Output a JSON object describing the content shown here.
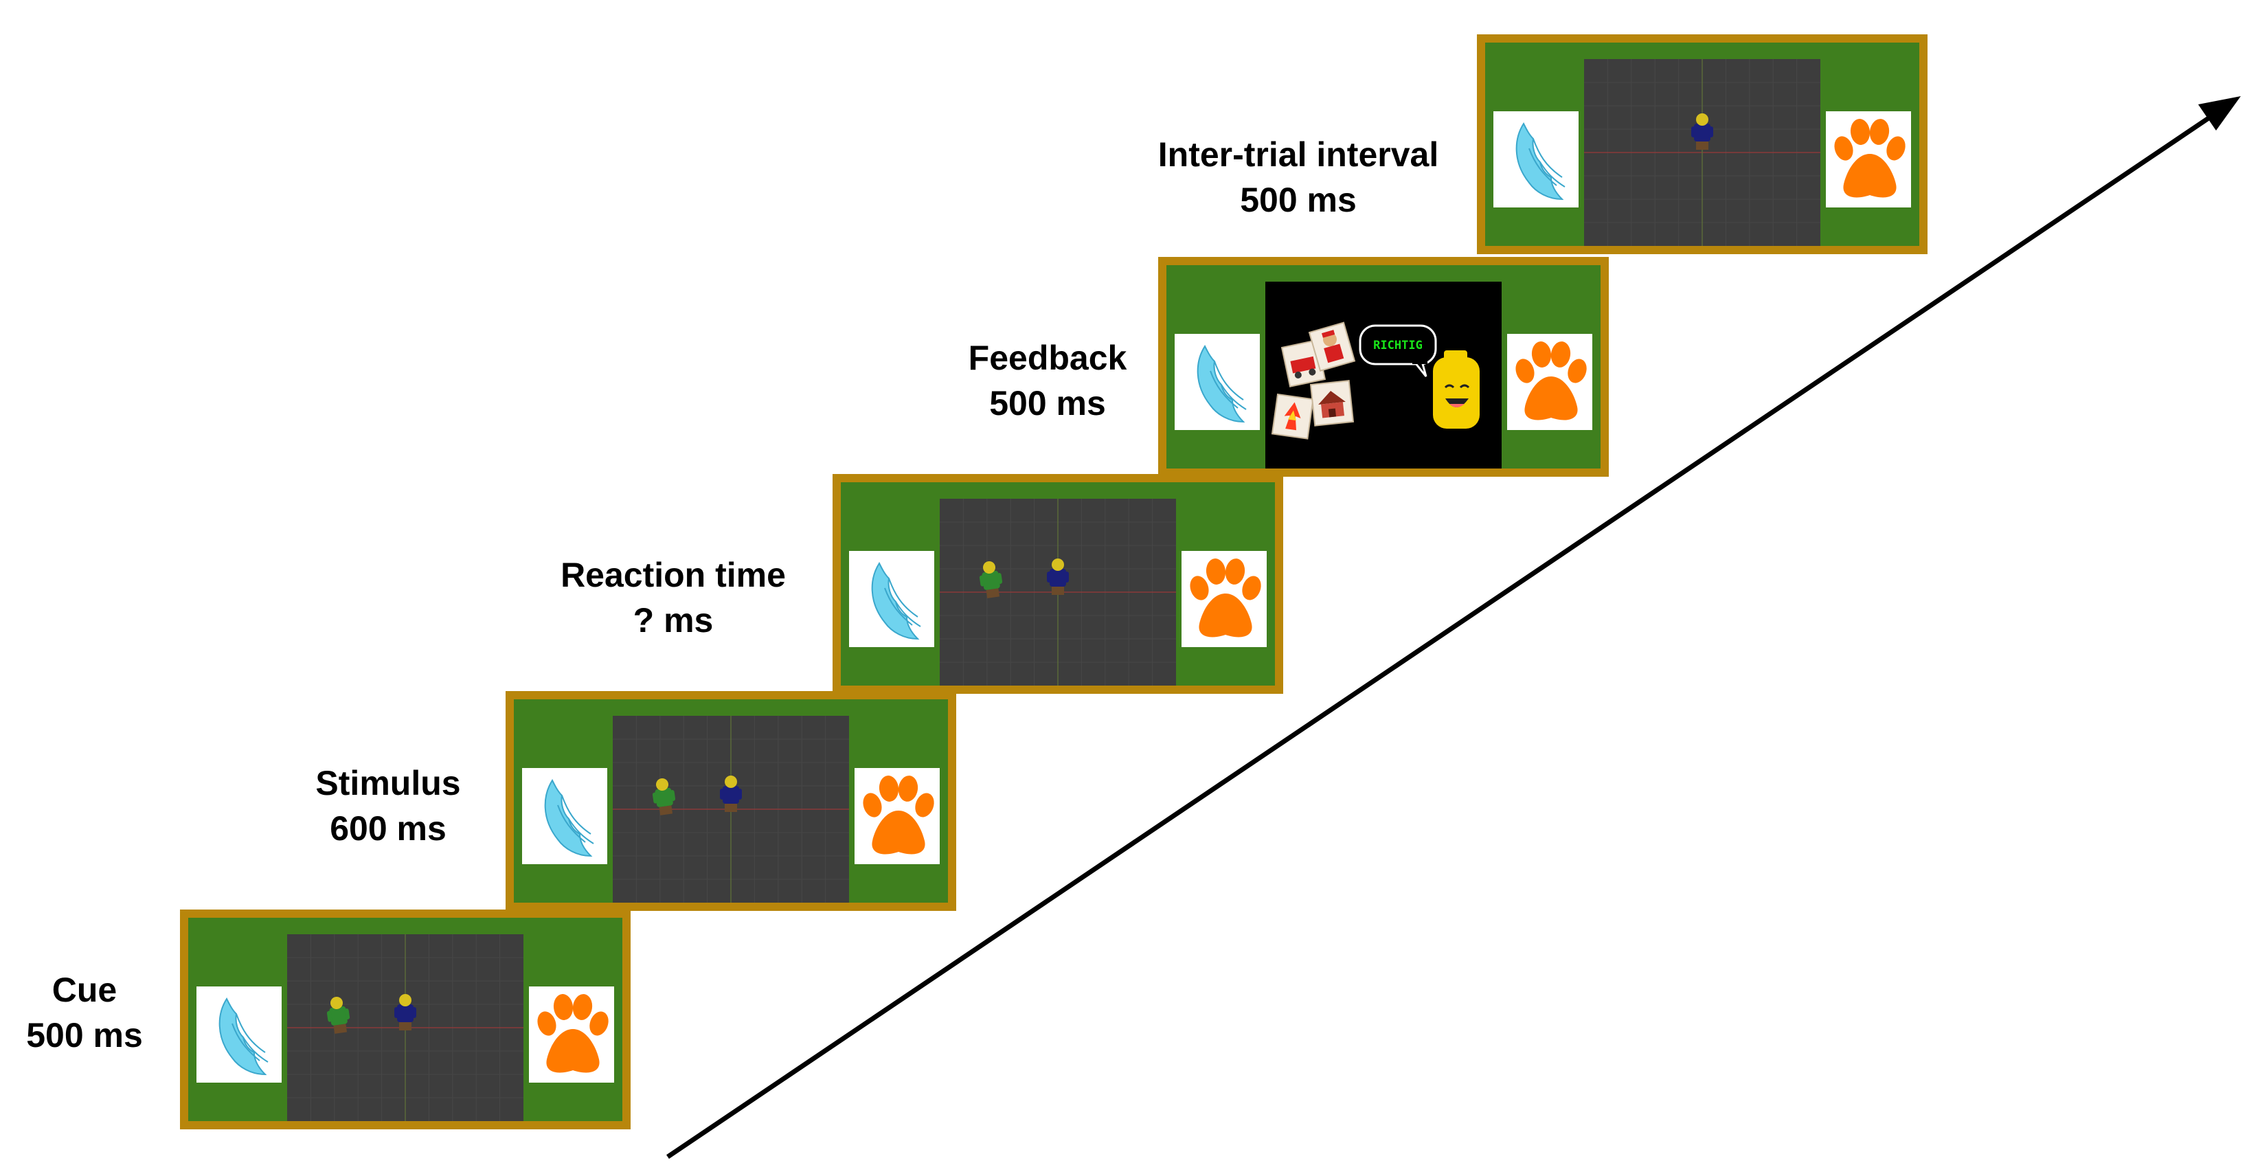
{
  "steps": [
    {
      "name": "Cue",
      "duration": "500 ms",
      "screen": "arena-two-figures"
    },
    {
      "name": "Stimulus",
      "duration": "600 ms",
      "screen": "arena-two-figures"
    },
    {
      "name": "Reaction time",
      "duration": "? ms",
      "screen": "arena-two-figures"
    },
    {
      "name": "Feedback",
      "duration": "500 ms",
      "screen": "feedback"
    },
    {
      "name": "Inter-trial interval",
      "duration": "500 ms",
      "screen": "arena-one-figure"
    }
  ],
  "feedback": {
    "speech_text": "RICHTIG"
  },
  "icons": {
    "left": "wing-icon",
    "right": "paw-icon"
  },
  "colors": {
    "panel_border": "#b8860b",
    "panel_background": "#3f7f1e",
    "arena": "#3d3d3d",
    "wing": "#6fd3ee",
    "paw": "#ff7a00",
    "feedback_background": "#000000",
    "speech_text": "#19e619",
    "face": "#f5d000",
    "arrow": "#000000"
  }
}
